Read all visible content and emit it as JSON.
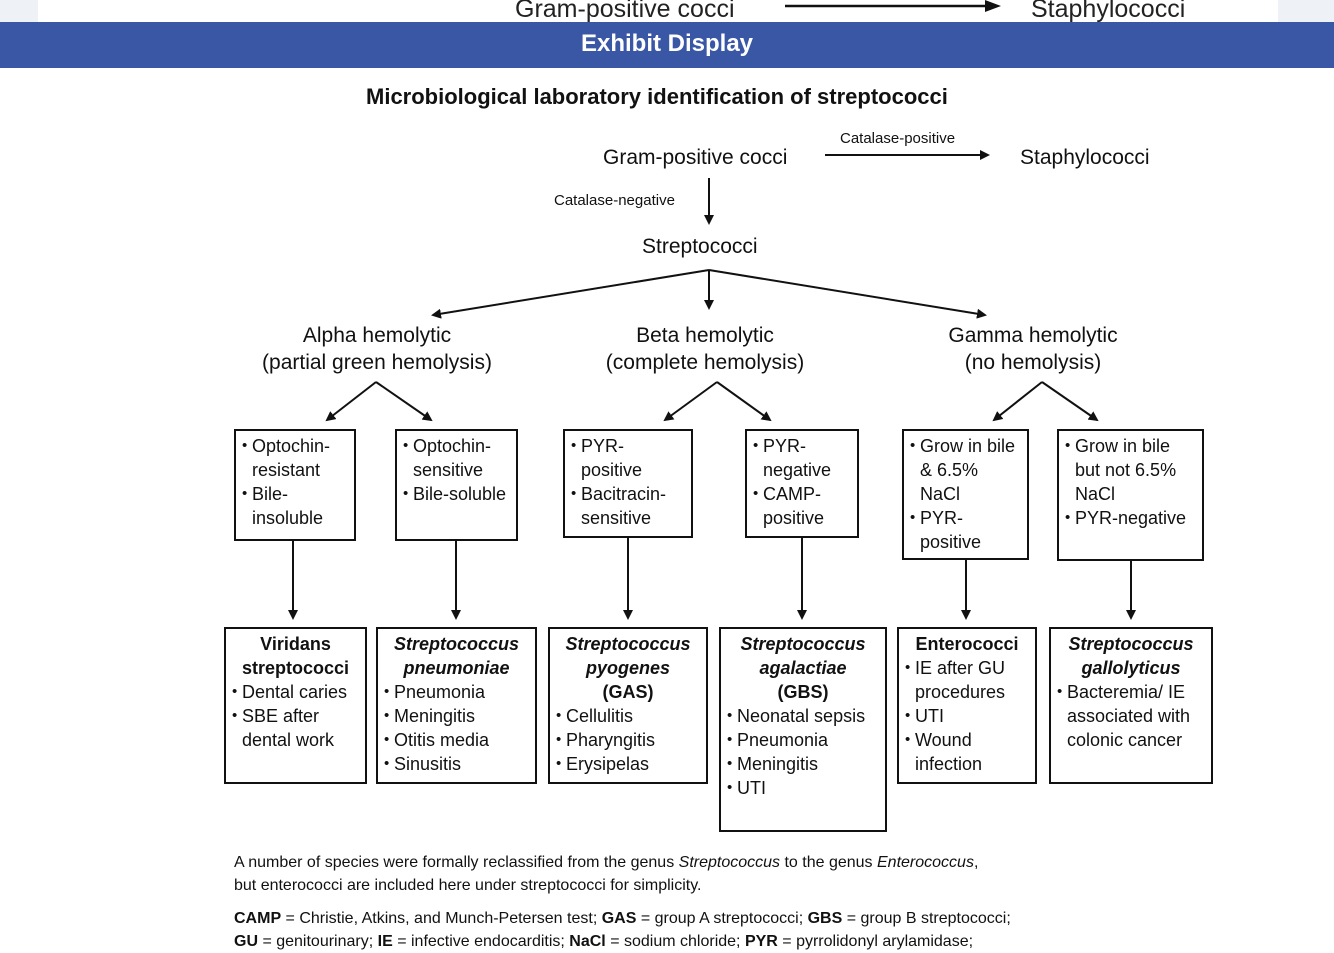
{
  "top_strip": {
    "left_text": "Gram-positive cocci",
    "right_text": "Staphylococci"
  },
  "header": {
    "title": "Exhibit Display"
  },
  "figure": {
    "title": "Microbiological laboratory identification of streptococci",
    "root": "Gram-positive cocci",
    "catalase_positive_label": "Catalase-positive",
    "catalase_positive_result": "Staphylococci",
    "catalase_negative_label": "Catalase-negative",
    "strep": "Streptococci",
    "alpha": {
      "line1": "Alpha hemolytic",
      "line2": "(partial green hemolysis)"
    },
    "beta": {
      "line1": "Beta hemolytic",
      "line2": "(complete hemolysis)"
    },
    "gamma": {
      "line1": "Gamma hemolytic",
      "line2": "(no hemolysis)"
    },
    "tests": [
      {
        "items": [
          "Optochin-resistant",
          "Bile-insoluble"
        ]
      },
      {
        "items": [
          "Optochin-sensitive",
          "Bile-soluble"
        ]
      },
      {
        "items": [
          "PYR-positive",
          "Bacitracin-sensitive"
        ]
      },
      {
        "items": [
          "PYR-negative",
          "CAMP-positive"
        ]
      },
      {
        "items": [
          "Grow in bile & 6.5% NaCl",
          "PYR-positive"
        ]
      },
      {
        "items": [
          "Grow in bile but not 6.5% NaCl",
          "PYR-negative"
        ]
      }
    ],
    "results": [
      {
        "name": "Viridans streptococci",
        "group": "",
        "items": [
          "Dental caries",
          "SBE after dental work"
        ]
      },
      {
        "name": "Streptococcus pneumoniae",
        "group": "",
        "items": [
          "Pneumonia",
          "Meningitis",
          "Otitis media",
          "Sinusitis"
        ]
      },
      {
        "name": "Streptococcus pyogenes",
        "group": "(GAS)",
        "items": [
          "Cellulitis",
          "Pharyngitis",
          "Erysipelas"
        ]
      },
      {
        "name": "Streptococcus agalactiae",
        "group": "(GBS)",
        "items": [
          "Neonatal sepsis",
          "Pneumonia",
          "Meningitis",
          "UTI"
        ]
      },
      {
        "name": "Enterococci",
        "group": "",
        "items": [
          "IE after GU procedures",
          "UTI",
          "Wound infection"
        ]
      },
      {
        "name": "Streptococcus gallolyticus",
        "group": "",
        "items": [
          "Bacteremia/ IE associated with colonic cancer"
        ]
      }
    ]
  },
  "footnote": {
    "note_a": "A number of species were formally reclassified from the genus ",
    "note_genus1": "Streptococcus",
    "note_b": " to the genus ",
    "note_genus2": "Enterococcus",
    "note_c": ",",
    "note_line2": "but enterococci are included here under streptococci for simplicity.",
    "abbr_camp_key": "CAMP",
    "abbr_camp": " = Christie, Atkins, and Munch-Petersen test; ",
    "abbr_gas_key": "GAS",
    "abbr_gas": " = group A streptococci; ",
    "abbr_gbs_key": "GBS",
    "abbr_gbs": " = group B streptococci;",
    "abbr_gu_key": "GU",
    "abbr_gu": " = genitourinary; ",
    "abbr_ie_key": "IE",
    "abbr_ie": " = infective endocarditis; ",
    "abbr_nacl_key": "NaCl",
    "abbr_nacl": " = sodium chloride; ",
    "abbr_pyr_key": "PYR",
    "abbr_pyr": " = pyrrolidonyl arylamidase;"
  }
}
